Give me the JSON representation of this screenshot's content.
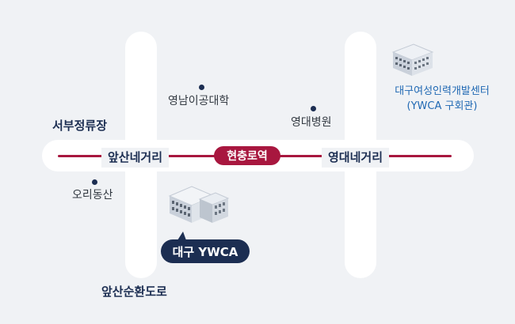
{
  "map": {
    "roads": {
      "left_road": "앞산순환도로",
      "bus_terminal": "서부정류장"
    },
    "junctions": {
      "left": "앞산네거리",
      "right": "영대네거리"
    },
    "station": "현충로역",
    "landmarks": [
      {
        "name": "영남이공대학"
      },
      {
        "name": "영대병원"
      },
      {
        "name": "오리동산"
      }
    ],
    "center": {
      "line1": "대구여성인력개발센터",
      "line2": "(YWCA 구회관)"
    },
    "ywca": {
      "label": "대구 YWCA"
    },
    "colors": {
      "rail": "#a8173f",
      "station": "#a8173f",
      "navy": "#1c2e52",
      "link_blue": "#1f68b3",
      "background": "#f0f2f5"
    }
  }
}
